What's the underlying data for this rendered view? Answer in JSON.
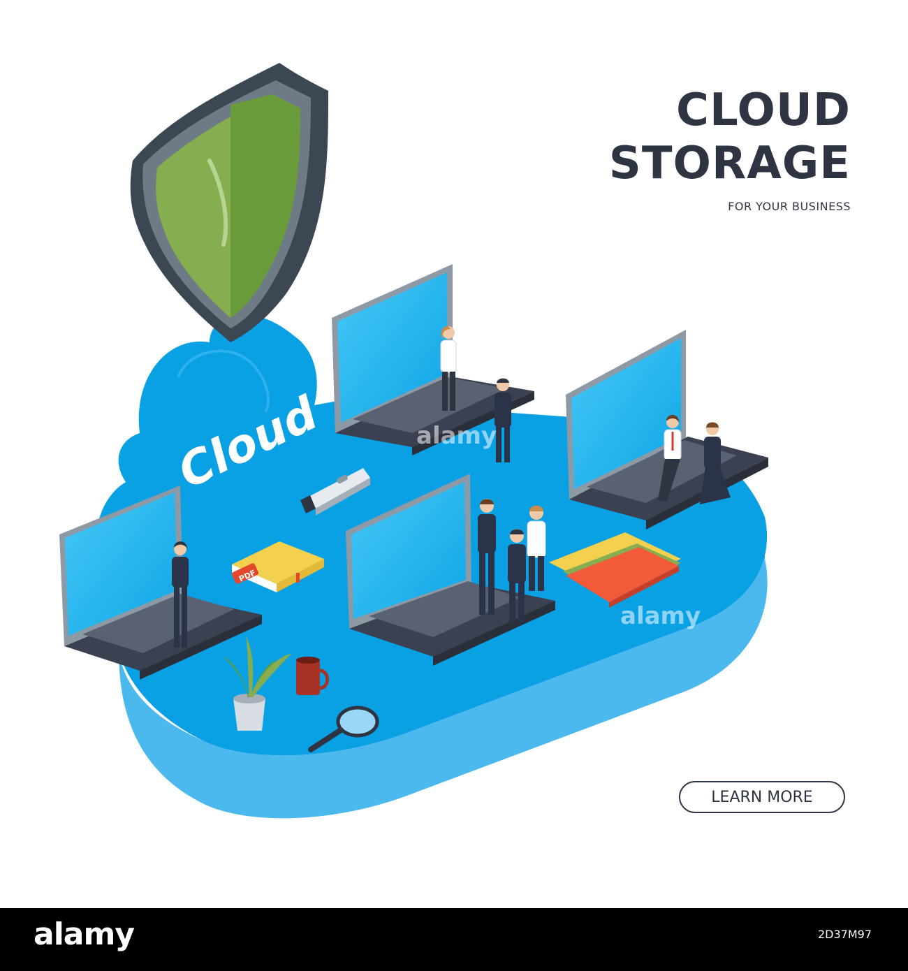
{
  "headline": {
    "line1": "CLOUD",
    "line2": "STORAGE",
    "subtitle": "FOR YOUR BUSINESS"
  },
  "cloud_label": "Cloud",
  "book_label": "PDF",
  "cta": {
    "label": "LEARN MORE"
  },
  "watermark": "alamy",
  "footer": {
    "brand": "alamy",
    "stock_id": "2D37M97"
  },
  "colors": {
    "cloud_top": "#0aa0e4",
    "cloud_side": "#4bb8ee",
    "shield_green": "#86ad4f",
    "shield_rim": "#3b4752",
    "laptop_base": "#3b4150",
    "laptop_screen": "#16b3ee",
    "text_dark": "#2e3442"
  },
  "icons": [
    "shield-icon",
    "laptop-icon",
    "usb-drive-icon",
    "book-icon",
    "folder-icon",
    "plant-icon",
    "mug-icon",
    "magnifier-icon",
    "person-icon"
  ]
}
